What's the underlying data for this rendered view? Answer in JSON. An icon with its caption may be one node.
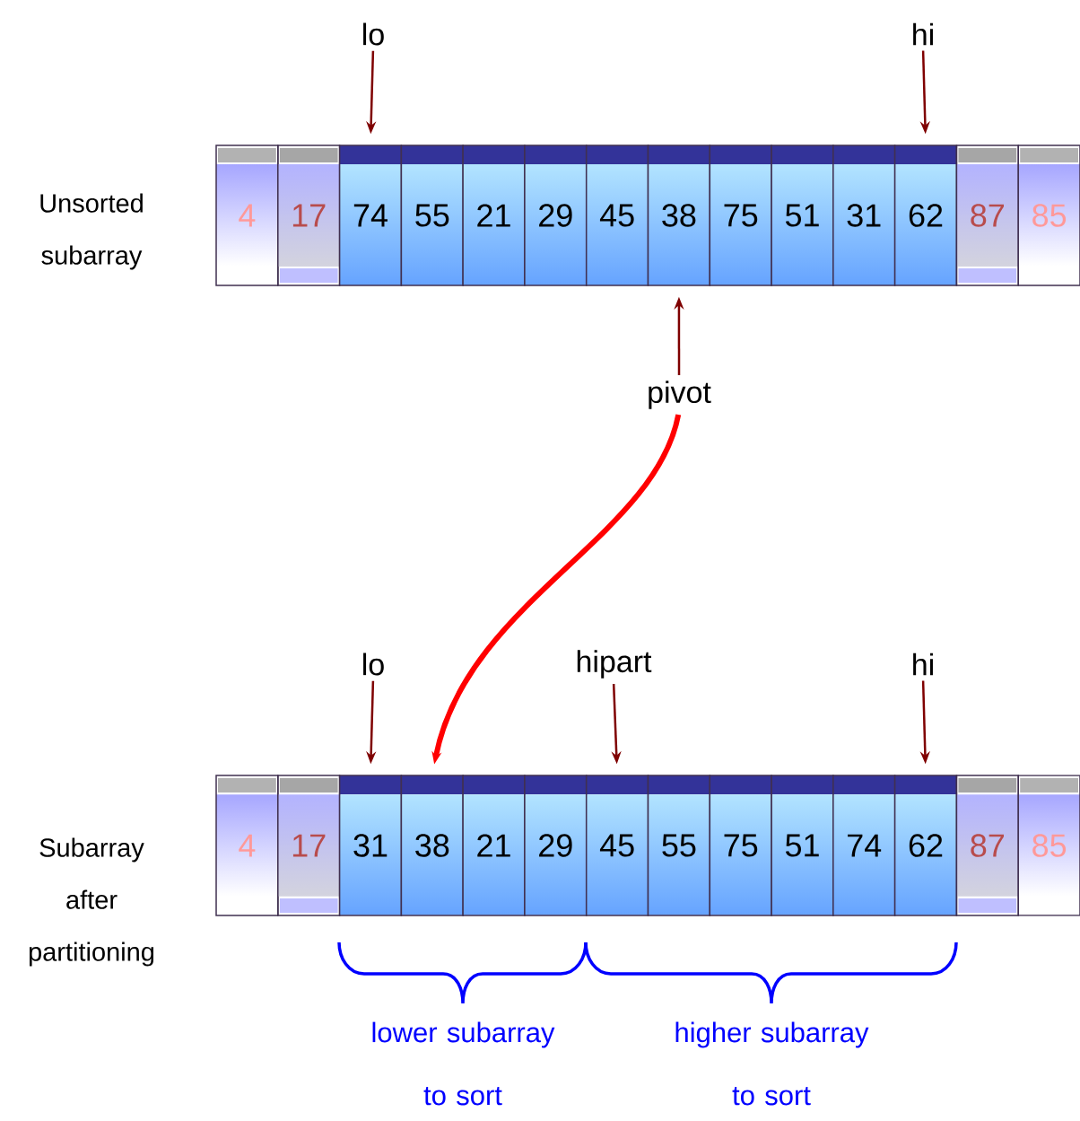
{
  "diagram": {
    "nodes": [
      {
        "text": [
          "lo"
        ]
      },
      {
        "text": [
          "hi"
        ]
      },
      {
        "text": [
          "4"
        ]
      },
      {
        "text": [
          "17"
        ]
      },
      {
        "text": [
          "74"
        ]
      },
      {
        "text": [
          "55"
        ]
      },
      {
        "text": [
          "21"
        ]
      },
      {
        "text": [
          "29"
        ]
      },
      {
        "text": [
          "45"
        ]
      },
      {
        "text": [
          "38"
        ]
      },
      {
        "text": [
          "75"
        ]
      },
      {
        "text": [
          "51"
        ]
      },
      {
        "text": [
          "31"
        ]
      },
      {
        "text": [
          "62"
        ]
      },
      {
        "text": [
          "87"
        ]
      },
      {
        "text": [
          "85"
        ]
      },
      {
        "text": [
          "pivot"
        ]
      },
      {
        "text": [
          "lo"
        ]
      },
      {
        "text": [
          "hipart"
        ]
      },
      {
        "text": [
          "hi"
        ]
      },
      {
        "text": [
          "4"
        ]
      },
      {
        "text": [
          "17"
        ]
      },
      {
        "text": [
          "31"
        ]
      },
      {
        "text": [
          "38"
        ]
      },
      {
        "text": [
          "21"
        ]
      },
      {
        "text": [
          "29"
        ]
      },
      {
        "text": [
          "45"
        ]
      },
      {
        "text": [
          "55"
        ]
      },
      {
        "text": [
          "75"
        ]
      },
      {
        "text": [
          "51"
        ]
      },
      {
        "text": [
          "74"
        ]
      },
      {
        "text": [
          "62"
        ]
      },
      {
        "text": [
          "87"
        ]
      },
      {
        "text": [
          "85"
        ]
      }
    ],
    "edges": [
      {
        "from": 0,
        "to": 4,
        "arrow": "to"
      },
      {
        "from": 1,
        "to": 13,
        "arrow": "to"
      },
      {
        "from": 16,
        "to": 9,
        "arrow": "to"
      },
      {
        "from": 16,
        "to": 23,
        "arrow": "to",
        "style": "thick",
        "color": "#ff0000"
      },
      {
        "from": 17,
        "to": 22,
        "arrow": "to"
      },
      {
        "from": 18,
        "to": 26,
        "arrow": "to"
      },
      {
        "from": 19,
        "to": 31,
        "arrow": "to"
      }
    ],
    "labels": [
      "Unsorted subarray",
      "Subarray after partitioning",
      "lower subarray to sort",
      "higher subarray to sort"
    ]
  }
}
